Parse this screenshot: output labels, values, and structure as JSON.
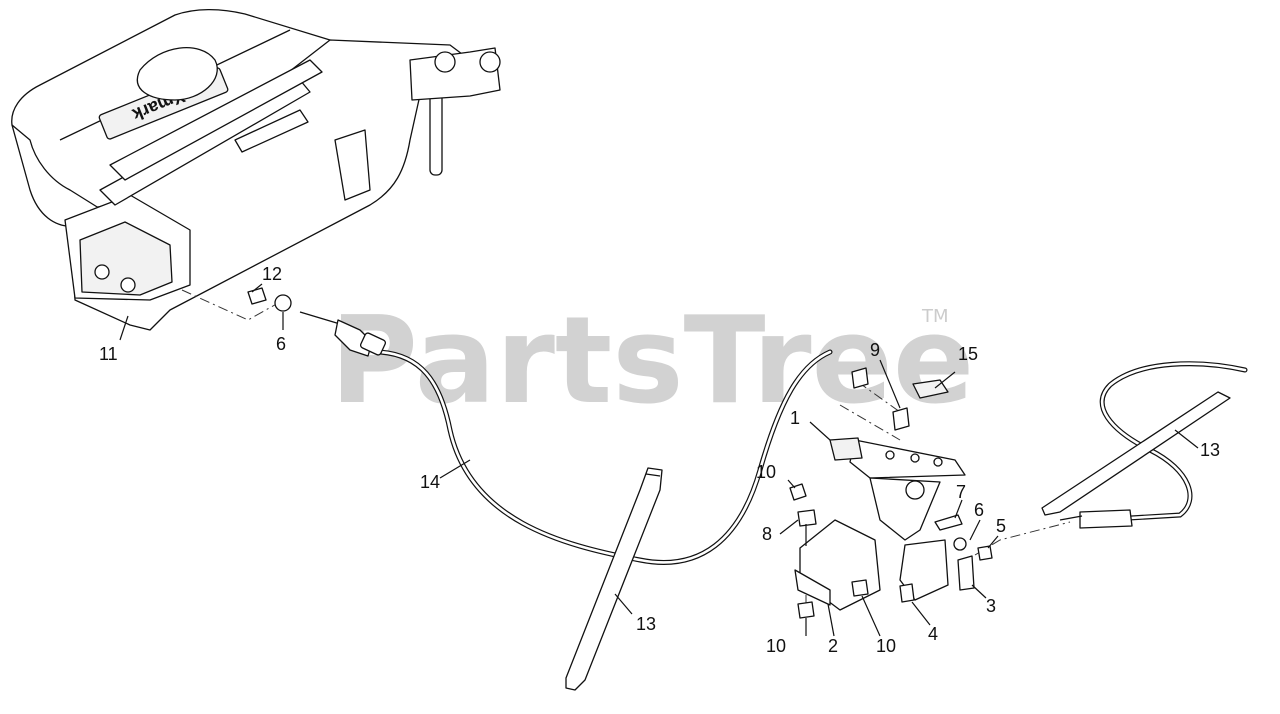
{
  "watermark": {
    "text": "PartsTree",
    "trademark": "TM"
  },
  "callouts": [
    {
      "id": "c12a",
      "text": "12"
    },
    {
      "id": "c6a",
      "text": "6"
    },
    {
      "id": "c11",
      "text": "11"
    },
    {
      "id": "c14",
      "text": "14"
    },
    {
      "id": "c13a",
      "text": "13"
    },
    {
      "id": "c9",
      "text": "9"
    },
    {
      "id": "c15",
      "text": "15"
    },
    {
      "id": "c1",
      "text": "1"
    },
    {
      "id": "c10a",
      "text": "10"
    },
    {
      "id": "c8",
      "text": "8"
    },
    {
      "id": "c7",
      "text": "7"
    },
    {
      "id": "c6b",
      "text": "6"
    },
    {
      "id": "c5",
      "text": "5"
    },
    {
      "id": "c3",
      "text": "3"
    },
    {
      "id": "c4",
      "text": "4"
    },
    {
      "id": "c2",
      "text": "2"
    },
    {
      "id": "c10b",
      "text": "10"
    },
    {
      "id": "c10c",
      "text": "10"
    },
    {
      "id": "c13b",
      "text": "13"
    }
  ],
  "seat_logo": "eXmark"
}
